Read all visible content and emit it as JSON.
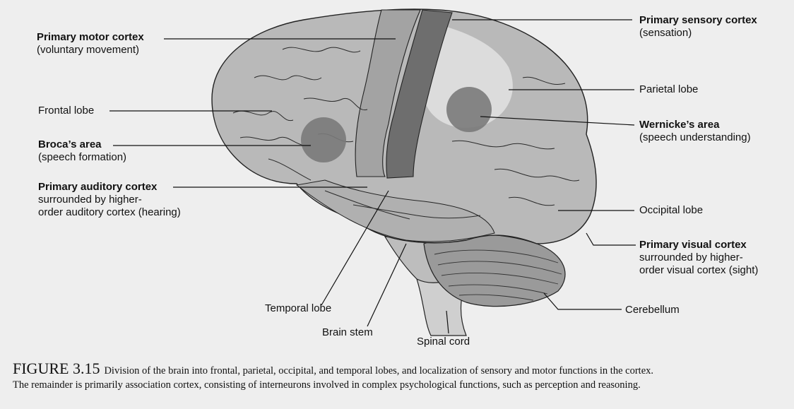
{
  "labels": {
    "primary_motor_cortex": {
      "title": "Primary motor cortex",
      "sub": "(voluntary movement)"
    },
    "frontal_lobe": {
      "title": "Frontal lobe"
    },
    "brocas_area": {
      "title": "Broca’s area",
      "sub": "(speech formation)"
    },
    "primary_auditory_cortex": {
      "title": "Primary auditory cortex",
      "sub1": "surrounded by higher-",
      "sub2": "order auditory cortex (hearing)"
    },
    "primary_sensory_cortex": {
      "title": "Primary sensory cortex",
      "sub": "(sensation)"
    },
    "parietal_lobe": {
      "title": "Parietal lobe"
    },
    "wernickes_area": {
      "title": "Wernicke’s area",
      "sub": "(speech understanding)"
    },
    "occipital_lobe": {
      "title": "Occipital lobe"
    },
    "primary_visual_cortex": {
      "title": "Primary visual cortex",
      "sub1": "surrounded by higher-",
      "sub2": "order visual cortex (sight)"
    },
    "cerebellum": {
      "title": "Cerebellum"
    },
    "temporal_lobe": {
      "title": "Temporal lobe"
    },
    "brain_stem": {
      "title": "Brain stem"
    },
    "spinal_cord": {
      "title": "Spinal cord"
    }
  },
  "caption": {
    "figure_number": "FIGURE 3.15",
    "line1": "Division of the brain into frontal, parietal, occipital, and temporal lobes, and localization of sensory and motor functions in the cortex.",
    "line2": "The remainder is primarily association cortex, consisting of interneurons involved in complex psychological functions, such as perception and reasoning."
  },
  "colors": {
    "cortex_fill": "#b9b9b9",
    "motor_strip": "#a3a3a3",
    "sensory_strip": "#6e6e6e",
    "speech_area": "#7a7a7a",
    "parietal_light": "#dcdcdc",
    "outline": "#222222"
  }
}
